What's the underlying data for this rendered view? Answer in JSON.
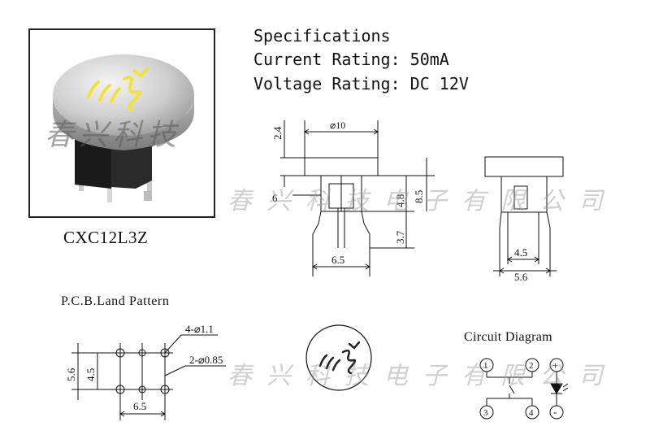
{
  "product": {
    "model": "CXC12L3Z",
    "photo_alt": "tactile-switch-photo"
  },
  "specifications": {
    "title": "Specifications",
    "current_rating": "Current Rating: 50mA",
    "voltage_rating": "Voltage Rating: DC 12V"
  },
  "side_view": {
    "diameter": "⌀10",
    "cap_height": "2.4",
    "pin_offset": "6",
    "body_height": "4.8",
    "total_height": "8.5",
    "pin_length": "3.7",
    "pin_span": "6.5"
  },
  "front_view": {
    "inner_span": "4.5",
    "outer_span": "5.6"
  },
  "pcb": {
    "title": "P.C.B.Land Pattern",
    "holes_large": "4-⌀1.1",
    "holes_small": "2-⌀0.85",
    "vertical_outer": "5.6",
    "vertical_inner": "4.5",
    "horizontal": "6.5"
  },
  "circuit": {
    "title": "Circuit Diagram",
    "pins": [
      "1",
      "2",
      "3",
      "4",
      "+",
      "-"
    ]
  },
  "watermark": {
    "photo": "春兴科技",
    "line1": "春兴科技电子有限公司",
    "line2": "春兴科技电子有限公司"
  },
  "colors": {
    "cap": "#cfcfcf",
    "body": "#2a2a2a",
    "logo": "#f2e23a"
  }
}
